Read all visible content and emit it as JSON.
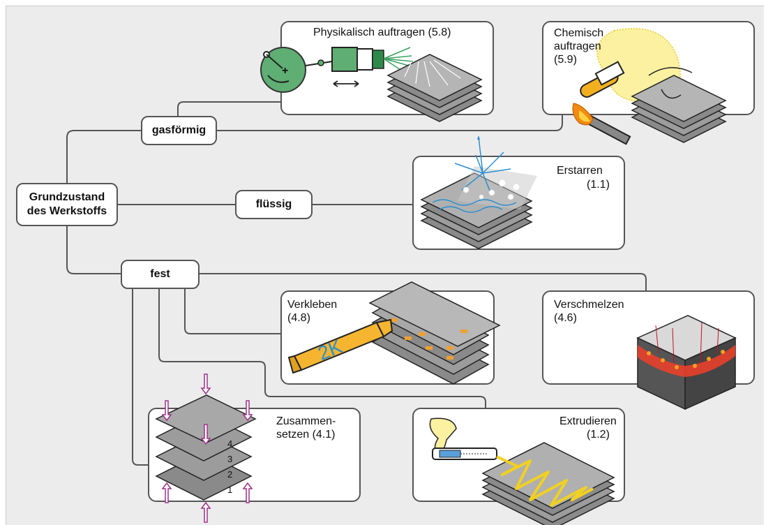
{
  "root": {
    "line1": "Grundzustand",
    "line2": "des Werkstoffs"
  },
  "states": {
    "gas": "gasförmig",
    "liquid": "flüssig",
    "solid": "fest"
  },
  "processes": {
    "physical": "Physikalisch auftragen (5.8)",
    "chemical": {
      "line1": "Chemisch",
      "line2": "auftragen",
      "line3": "(5.9)"
    },
    "solidify": {
      "line1": "Erstarren",
      "line2": "(1.1)"
    },
    "bond": {
      "line1": "Verkleben",
      "line2": "(4.8)",
      "tube_text": "2K"
    },
    "fuse": {
      "line1": "Verschmelzen",
      "line2": "(4.6)"
    },
    "assemble": {
      "line1": "Zusammen-",
      "line2": "setzen (4.1)",
      "layer_numbers": [
        "4",
        "3",
        "2",
        "1"
      ]
    },
    "extrude": {
      "line1": "Extrudieren",
      "line2": "(1.2)"
    }
  },
  "colors": {
    "panel": "#ececec",
    "border": "#555555",
    "plate": "#a8a8a8",
    "green": "#5fae73",
    "glue": "#f0a030",
    "accent_blue": "#2a8fd0",
    "arrow_purple": "#a0308a",
    "flame": "#f08a10",
    "yellow": "#f5dc40"
  }
}
